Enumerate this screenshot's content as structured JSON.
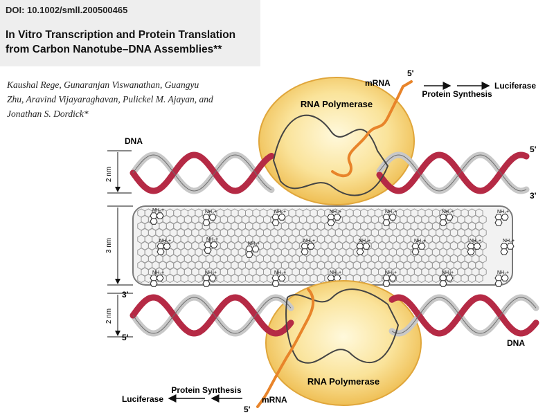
{
  "header": {
    "doi": "DOI: 10.1002/smll.200500465",
    "title": "In Vitro Transcription and Protein Translation from Carbon Nanotube–DNA Assemblies**",
    "authors": "Kaushal Rege, Gunaranjan Viswanathan, Guangyu Zhu, Aravind Vijayaraghavan, Pulickel M. Ajayan, and Jonathan S. Dordick*"
  },
  "figure": {
    "top": {
      "dna_label": "DNA",
      "scale_label": "2 nm",
      "polymerase_label": "RNA Polymerase",
      "mrna_label": "mRNA",
      "mrna_end": "5'",
      "synthesis_label": "Protein Synthesis",
      "product_label": "Luciferase",
      "end_right_top": "5'",
      "end_right_bottom": "3'"
    },
    "nanotube": {
      "scale_label": "3 nm",
      "amine_label": "NH₃+"
    },
    "bottom": {
      "dna_label": "DNA",
      "scale_label": "2 nm",
      "polymerase_label": "RNA Polymerase",
      "mrna_label": "mRNA",
      "mrna_end": "5'",
      "synthesis_label": "Protein Synthesis",
      "product_label": "Luciferase",
      "end_left_top": "3'",
      "end_left_bottom": "5'"
    },
    "colors": {
      "dna_red": "#b52a45",
      "dna_grey": "#c8c8c8",
      "polymerase": "#f6cf6e",
      "mrna": "#e8842a",
      "nanotube": "#9a9a9a"
    }
  }
}
